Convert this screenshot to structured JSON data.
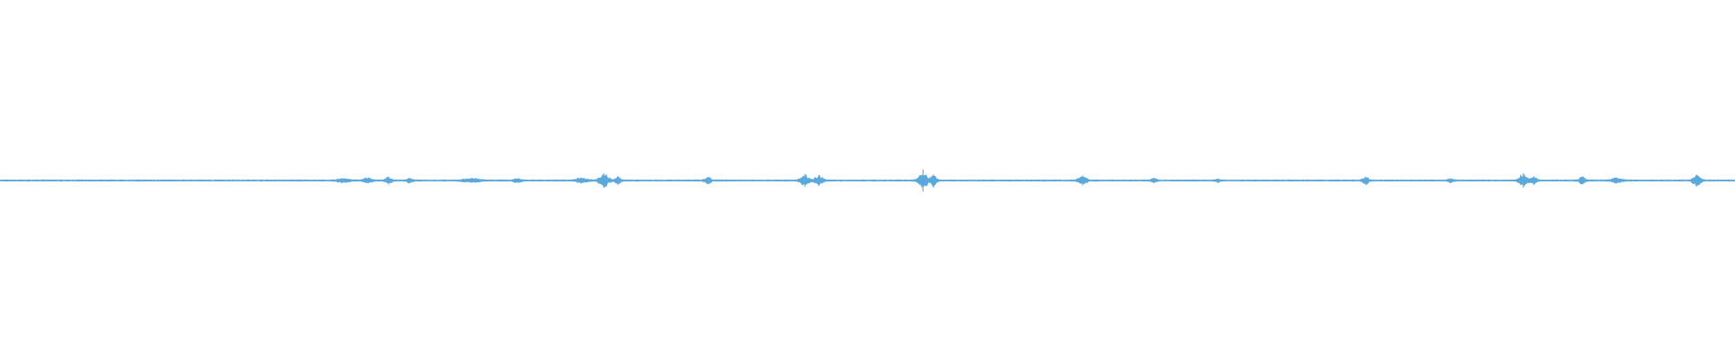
{
  "chart_data": {
    "type": "area",
    "title": "",
    "xlabel": "",
    "ylabel": "",
    "xlim": [
      0,
      1
    ],
    "ylim": [
      -1,
      1
    ],
    "grid": false,
    "legend": "none",
    "baseline": 0,
    "color": "#5aa9dd",
    "noise_floor": 0.005,
    "bursts": [
      {
        "t": 0.198,
        "amp": 0.012,
        "width": 0.006
      },
      {
        "t": 0.212,
        "amp": 0.016,
        "width": 0.004
      },
      {
        "t": 0.224,
        "amp": 0.022,
        "width": 0.003
      },
      {
        "t": 0.236,
        "amp": 0.014,
        "width": 0.003
      },
      {
        "t": 0.272,
        "amp": 0.012,
        "width": 0.008
      },
      {
        "t": 0.298,
        "amp": 0.01,
        "width": 0.004
      },
      {
        "t": 0.335,
        "amp": 0.014,
        "width": 0.006
      },
      {
        "t": 0.348,
        "amp": 0.04,
        "width": 0.005
      },
      {
        "t": 0.356,
        "amp": 0.024,
        "width": 0.003
      },
      {
        "t": 0.408,
        "amp": 0.02,
        "width": 0.003
      },
      {
        "t": 0.464,
        "amp": 0.036,
        "width": 0.004
      },
      {
        "t": 0.472,
        "amp": 0.03,
        "width": 0.004
      },
      {
        "t": 0.532,
        "amp": 0.062,
        "width": 0.004
      },
      {
        "t": 0.538,
        "amp": 0.034,
        "width": 0.003
      },
      {
        "t": 0.624,
        "amp": 0.028,
        "width": 0.004
      },
      {
        "t": 0.665,
        "amp": 0.012,
        "width": 0.003
      },
      {
        "t": 0.702,
        "amp": 0.008,
        "width": 0.003
      },
      {
        "t": 0.787,
        "amp": 0.022,
        "width": 0.003
      },
      {
        "t": 0.836,
        "amp": 0.012,
        "width": 0.003
      },
      {
        "t": 0.878,
        "amp": 0.04,
        "width": 0.004
      },
      {
        "t": 0.884,
        "amp": 0.024,
        "width": 0.003
      },
      {
        "t": 0.912,
        "amp": 0.022,
        "width": 0.003
      },
      {
        "t": 0.932,
        "amp": 0.016,
        "width": 0.005
      },
      {
        "t": 0.978,
        "amp": 0.032,
        "width": 0.004
      }
    ]
  }
}
